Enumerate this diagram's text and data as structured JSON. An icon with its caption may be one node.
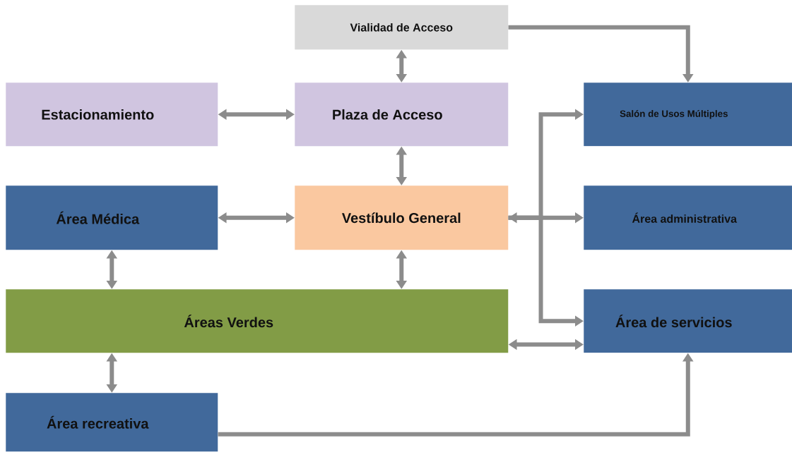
{
  "diagram": {
    "nodes": [
      {
        "text": [
          "Vialidad de Acceso"
        ]
      },
      {
        "text": [
          "Estacionamiento"
        ]
      },
      {
        "text": [
          "Plaza de Acceso"
        ]
      },
      {
        "text": [
          "Salón de Usos Múltiples"
        ]
      },
      {
        "text": [
          "Área Médica"
        ]
      },
      {
        "text": [
          "Vestíbulo General"
        ]
      },
      {
        "text": [
          "Área administrativa"
        ]
      },
      {
        "text": [
          "Áreas Verdes"
        ]
      },
      {
        "text": [
          "Área de servicios"
        ]
      },
      {
        "text": [
          "Área recreativa"
        ]
      }
    ],
    "edges": [
      {
        "from": 0,
        "to": 2,
        "arrow": "both"
      },
      {
        "from": 0,
        "to": 3,
        "arrow": "to"
      },
      {
        "from": 1,
        "to": 2,
        "arrow": "both"
      },
      {
        "from": 2,
        "to": 5,
        "arrow": "both"
      },
      {
        "from": 4,
        "to": 5,
        "arrow": "both"
      },
      {
        "from": 5,
        "to": 6,
        "arrow": "both"
      },
      {
        "from": 5,
        "to": 3,
        "arrow": "to"
      },
      {
        "from": 5,
        "to": 8,
        "arrow": "to"
      },
      {
        "from": 4,
        "to": 7,
        "arrow": "both"
      },
      {
        "from": 5,
        "to": 7,
        "arrow": "both"
      },
      {
        "from": 7,
        "to": 8,
        "arrow": "both"
      },
      {
        "from": 7,
        "to": 9,
        "arrow": "both"
      },
      {
        "from": 9,
        "to": 8,
        "arrow": "to"
      }
    ]
  }
}
